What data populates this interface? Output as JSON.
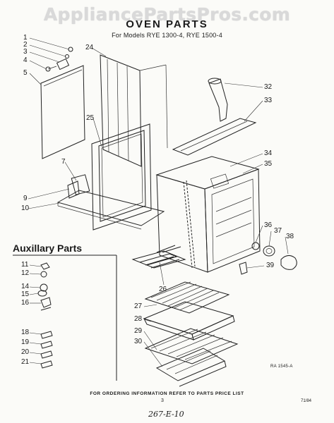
{
  "watermark": "AppliancePartsPros.com",
  "title": "OVEN PARTS",
  "subtitle": "For Models RYE 1300-4, RYE 1500-4",
  "aux_heading": "Auxillary Parts",
  "callouts": {
    "c1": "1",
    "c2": "2",
    "c3": "3",
    "c4": "4",
    "c5": "5",
    "c7": "7",
    "c9": "9",
    "c10": "10",
    "c24": "24",
    "c25": "25",
    "c32": "32",
    "c33": "33",
    "c34": "34",
    "c35": "35",
    "c36": "36",
    "c37": "37",
    "c38": "38",
    "c39": "39",
    "c26": "26",
    "c27": "27",
    "c28": "28",
    "c29": "29",
    "c30": "30",
    "c11": "11",
    "c12": "12",
    "c14": "14",
    "c15": "15",
    "c16": "16",
    "c18": "18",
    "c19": "19",
    "c20": "20",
    "c21": "21"
  },
  "ref_code": "RA 1545-A",
  "footer": "FOR ORDERING INFORMATION REFER TO PARTS PRICE LIST",
  "page_number": "3",
  "corner_code": "71/84",
  "handwritten_note": "267-E-10"
}
